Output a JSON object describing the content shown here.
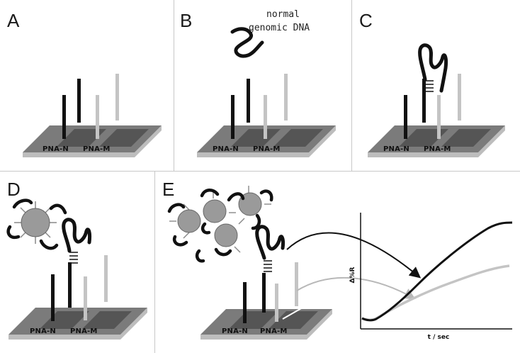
{
  "panels": [
    {
      "letter": "A"
    },
    {
      "letter": "B",
      "annotation_line1": "normal",
      "annotation_line2": "genomic DNA"
    },
    {
      "letter": "C"
    },
    {
      "letter": "D"
    },
    {
      "letter": "E"
    }
  ],
  "chip": {
    "label_n": "PNA-N",
    "label_m": "PNA-M"
  },
  "graph": {
    "ylabel": "Δ%R",
    "xlabel": "t / sec"
  },
  "colors": {
    "black_probe": "#111111",
    "grey_probe": "#c4c4c4",
    "chip_top": "#7b7b7b",
    "chip_side": "#bdbdbd",
    "particle": "#9a9a9a"
  }
}
